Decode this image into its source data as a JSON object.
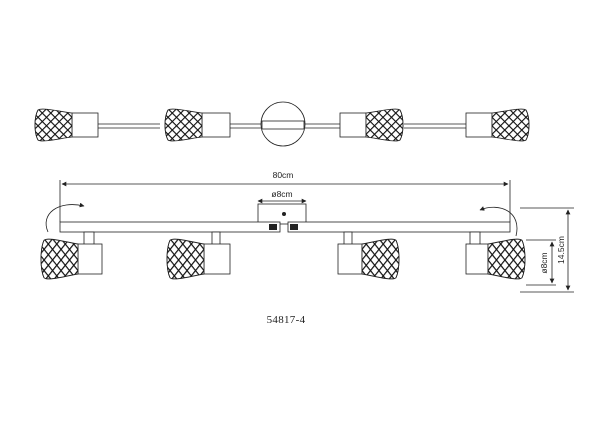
{
  "drawing": {
    "dimensions": {
      "length": "80cm",
      "canopy_diameter": "ø8cm",
      "height": "14.5cm",
      "shade_diameter": "ø8cm"
    },
    "model_number": "54817-4",
    "colors": {
      "line": "#222222",
      "background": "#ffffff"
    },
    "views": [
      "top-view",
      "front-view"
    ],
    "spotlight_count": 4
  }
}
